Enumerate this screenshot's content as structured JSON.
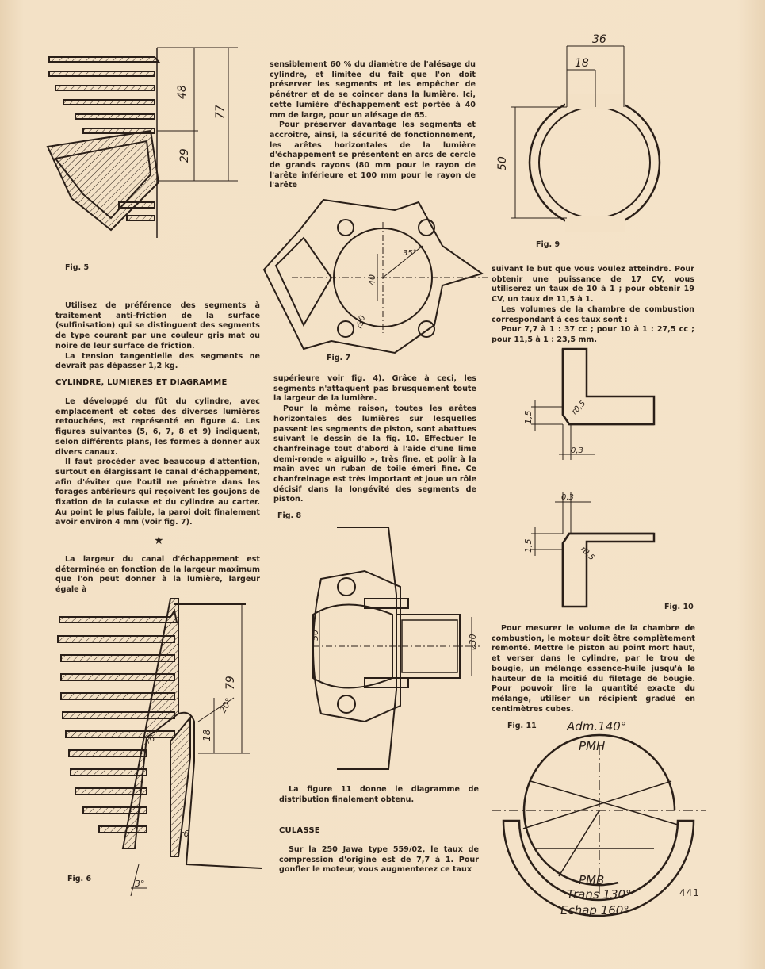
{
  "captions": {
    "fig5": "Fig. 5",
    "fig6": "Fig. 6",
    "fig7": "Fig. 7",
    "fig8": "Fig. 8",
    "fig9": "Fig. 9",
    "fig10": "Fig. 10",
    "fig11": "Fig. 11"
  },
  "fig5": {
    "dim_a": "48",
    "dim_b": "77",
    "dim_c": "29"
  },
  "fig6": {
    "dim_a": "79",
    "dim_b": "20°",
    "dim_c": "18",
    "dim_d": "r6",
    "dim_e": "r6",
    "dim_f": "3°"
  },
  "fig7": {
    "dim_a": "35°",
    "dim_b": "40",
    "dim_c": "r30"
  },
  "fig8": {
    "dim_a": "50",
    "dim_b": "⌀30"
  },
  "fig9": {
    "dim_a": "36",
    "dim_b": "18",
    "dim_c": "50"
  },
  "fig10": {
    "dim_a": "1,5",
    "dim_b": "r0,5",
    "dim_c": "0,3",
    "dim_d": "0,3",
    "dim_e": "1,5",
    "dim_f": "r0,5"
  },
  "fig11": {
    "adm": "Adm.140°",
    "pmh": "PMH",
    "pmb": "PMB",
    "trans": "Trans 130°",
    "echap": "Echap 160°"
  },
  "col1": {
    "p1": "Utilisez de préférence des segments à traitement anti-friction de la surface (sulfinisation) qui se distinguent des segments de type courant par une couleur gris mat ou noire de leur surface de friction.",
    "p2": "La tension tangentielle des segments ne devrait pas dépasser 1,2 kg.",
    "heading": "CYLINDRE, LUMIERES ET DIAGRAMME",
    "p3": "Le développé du fût du cylindre, avec emplacement et cotes des diverses lumières retouchées, est représenté en figure 4. Les figures suivantes (5, 6, 7, 8 et 9) indiquent, selon différents plans, les formes à donner aux divers canaux.",
    "p4": "Il faut procéder avec beaucoup d'attention, surtout en élargissant le canal d'échappement, afin d'éviter que l'outil ne pénètre dans les forages antérieurs qui reçoivent les goujons de fixation de la culasse et du cylindre au carter. Au point le plus faible, la paroi doit finalement avoir environ 4 mm (voir fig. 7).",
    "star": "★",
    "p5": "La largeur du canal d'échappement est déterminée en fonction de la largeur maximum que l'on peut donner à la lumière, largeur égale à"
  },
  "col2": {
    "p1": "sensiblement 60 % du diamètre de l'alésage du cylindre, et limitée du fait que l'on doit préserver les segments et les empêcher de pénétrer et de se coincer dans la lumière. Ici, cette lumière d'échappement est portée à 40 mm de large, pour un alésage de 65.",
    "p2": "Pour préserver davantage les segments et accroître, ainsi, la sécurité de fonctionnement, les arêtes horizontales de la lumière d'échappement se présentent en arcs de cercle de grands rayons (80 mm pour le rayon de l'arête inférieure et 100 mm pour le rayon de l'arête",
    "p3": "supérieure voir fig. 4). Grâce à ceci, les segments n'attaquent pas brusquement toute la largeur de la lumière.",
    "p4": "Pour la même raison, toutes les arêtes horizontales des lumières sur lesquelles passent les segments de piston, sont abattues suivant le dessin de la fig. 10. Effectuer le chanfreinage tout d'abord à l'aide d'une lime demi-ronde « aiguillo », très fine, et polir à la main avec un ruban de toile émeri fine. Ce chanfreinage est très important et joue un rôle décisif dans la longévité des segments de piston.",
    "p5": "La figure 11 donne le diagramme de distribution finalement obtenu.",
    "heading": "CULASSE",
    "p6": "Sur la 250 Jawa type 559/02, le taux de compression d'origine est de 7,7 à 1. Pour gonfler le moteur, vous augmenterez ce taux"
  },
  "col3": {
    "p1": "suivant le but que vous voulez atteindre. Pour obtenir une puissance de 17 CV, vous utiliserez un taux de 10 à 1 ; pour obtenir 19 CV, un taux de 11,5 à 1.",
    "p2": "Les volumes de la chambre de combustion correspondant à ces taux sont :",
    "p3": "Pour 7,7 à 1 : 37 cc ; pour 10 à 1 : 27,5 cc ; pour 11,5 à 1 : 23,5 mm.",
    "p4": "Pour mesurer le volume de la chambre de combustion, le moteur doit être complètement remonté. Mettre le piston au point mort haut, et verser dans le cylindre, par le trou de bougie, un mélange essence-huile jusqu'à la hauteur de la moitié du filetage de bougie. Pour pouvoir lire la quantité exacte du mélange, utiliser un récipient gradué en centimètres cubes."
  },
  "page_number": "441"
}
